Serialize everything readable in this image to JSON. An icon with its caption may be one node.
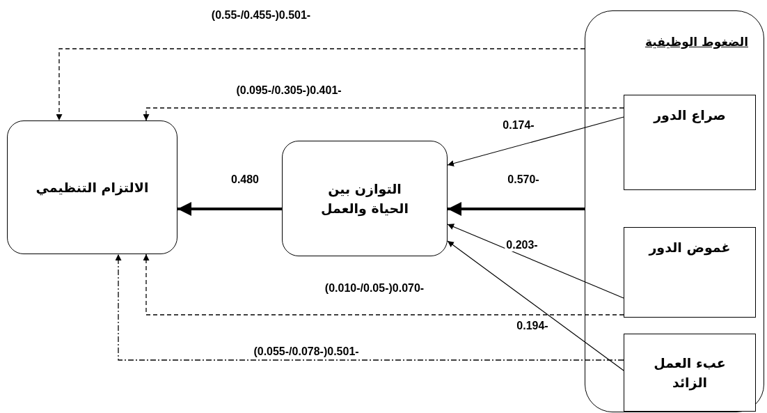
{
  "diagram": {
    "nodes": [
      {
        "text": [
          "الضغوط الوظيفية"
        ]
      },
      {
        "text": [
          "صراع الدور"
        ],
        "in": 0
      },
      {
        "text": [
          "غموض الدور"
        ],
        "in": 0
      },
      {
        "text": [
          "عبء العمل الزائد"
        ],
        "in": 0
      },
      {
        "text": [
          "التوازن بين الحياة والعمل"
        ]
      },
      {
        "text": [
          "الالتزام التنظيمي"
        ]
      }
    ],
    "edges": [
      {
        "from": 0,
        "to": 5,
        "arrow": "to",
        "label": "(0.55-/0.455-)0.501-",
        "style": "dashed"
      },
      {
        "from": 1,
        "to": 5,
        "arrow": "to",
        "label": "(0.095-/0.305-)0.401-",
        "style": "dashed"
      },
      {
        "from": 1,
        "to": 4,
        "arrow": "to",
        "label": "0.174-"
      },
      {
        "from": 0,
        "to": 4,
        "arrow": "to",
        "label": "0.570-",
        "style": "thick"
      },
      {
        "from": 2,
        "to": 4,
        "arrow": "to",
        "label": "0.203-"
      },
      {
        "from": 3,
        "to": 4,
        "arrow": "to",
        "label": "0.194-"
      },
      {
        "from": 4,
        "to": 5,
        "arrow": "to",
        "label": "0.480",
        "style": "thick"
      },
      {
        "from": 2,
        "to": 5,
        "arrow": "to",
        "label": "(0.010-/0.05-)0.070-",
        "style": "dashed"
      },
      {
        "from": 3,
        "to": 5,
        "arrow": "to",
        "label": "(0.055-/0.078-)0.501-",
        "style": "dashed"
      }
    ]
  }
}
